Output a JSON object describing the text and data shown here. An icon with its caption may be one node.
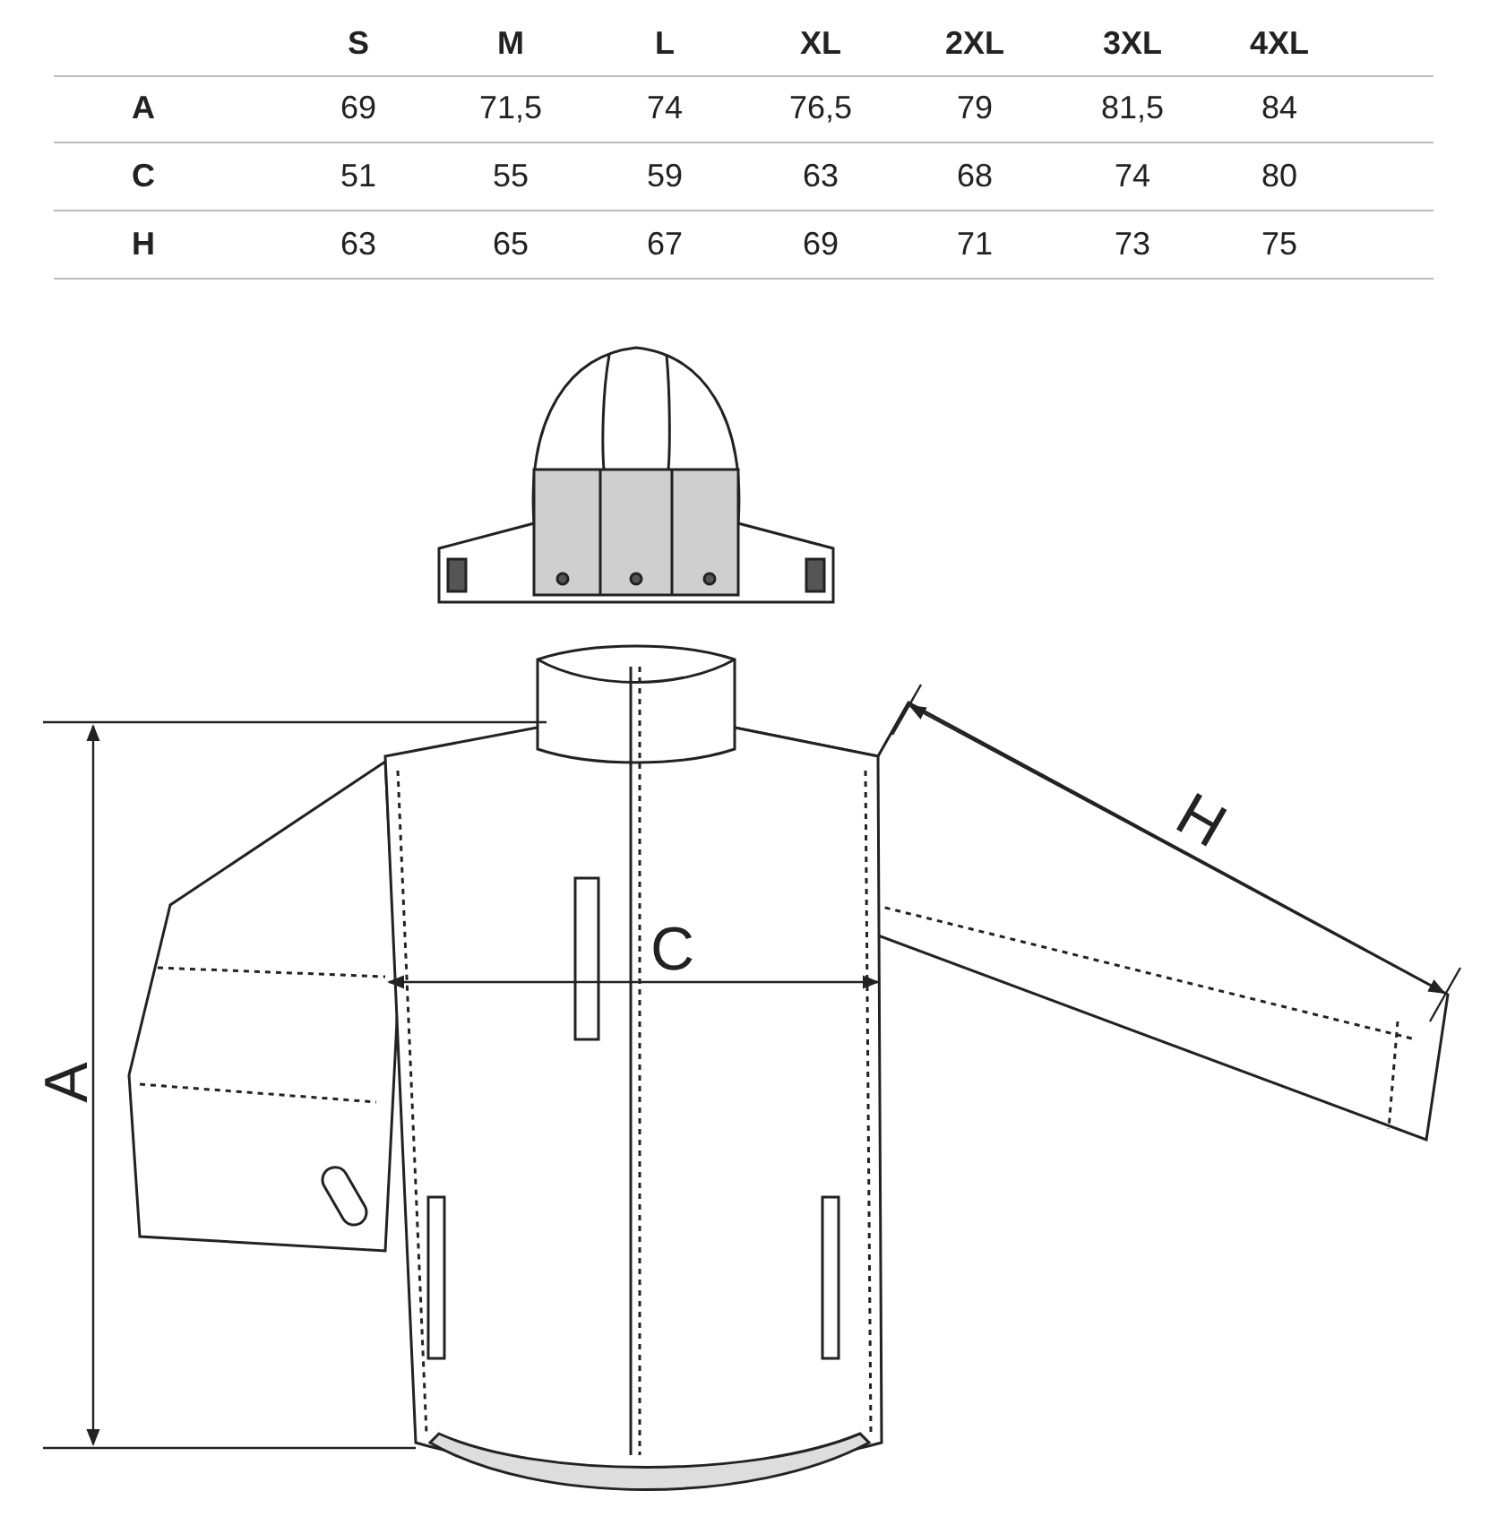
{
  "diagram": {
    "labels": [
      "S",
      "M",
      "L",
      "XL",
      "2XL",
      "3XL",
      "4XL",
      "A",
      "69",
      "71,5",
      "74",
      "76,5",
      "79",
      "81,5",
      "84",
      "C",
      "51",
      "55",
      "59",
      "63",
      "68",
      "74",
      "80",
      "H",
      "63",
      "65",
      "67",
      "69",
      "71",
      "73",
      "75",
      "H",
      "C",
      "A"
    ]
  }
}
